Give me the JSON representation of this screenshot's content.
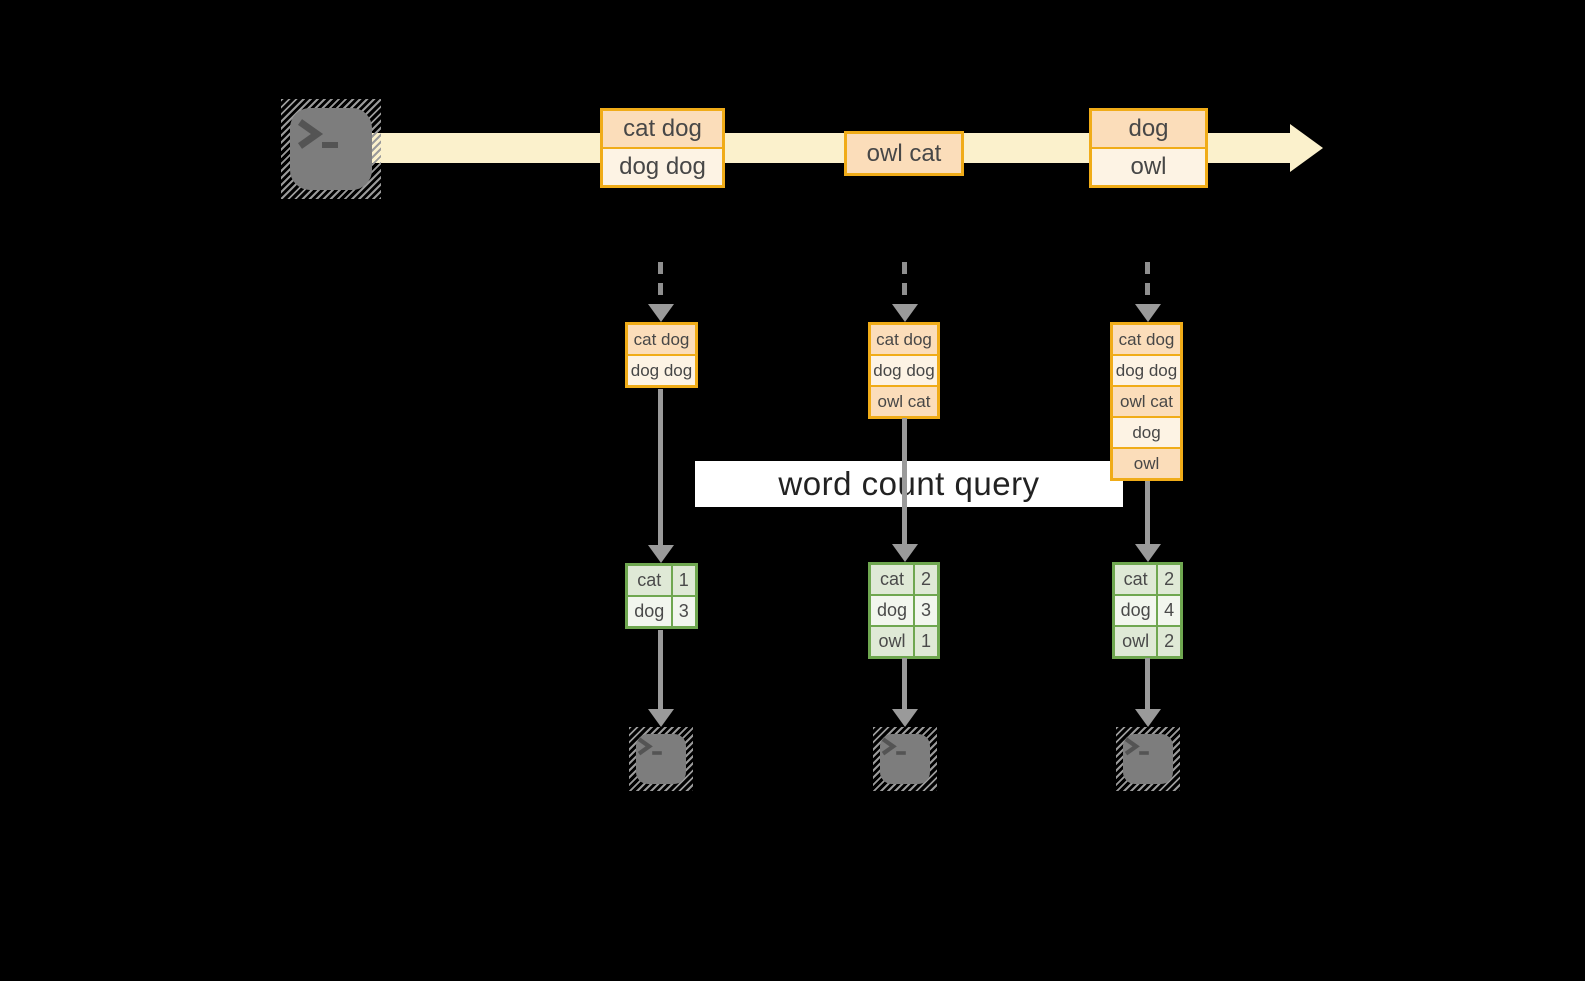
{
  "query": {
    "label": "word count query"
  },
  "timeline": {
    "events": [
      {
        "lines": [
          "cat dog",
          "dog dog"
        ]
      },
      {
        "lines": [
          "owl cat"
        ]
      },
      {
        "lines": [
          "dog",
          "owl"
        ]
      }
    ]
  },
  "columns": [
    {
      "buffer": [
        "cat dog",
        "dog dog"
      ],
      "counts": [
        {
          "word": "cat",
          "count": "1"
        },
        {
          "word": "dog",
          "count": "3"
        }
      ]
    },
    {
      "buffer": [
        "cat dog",
        "dog dog",
        "owl cat"
      ],
      "counts": [
        {
          "word": "cat",
          "count": "2"
        },
        {
          "word": "dog",
          "count": "3"
        },
        {
          "word": "owl",
          "count": "1"
        }
      ]
    },
    {
      "buffer": [
        "cat dog",
        "dog dog",
        "owl cat",
        "dog",
        "owl"
      ],
      "counts": [
        {
          "word": "cat",
          "count": "2"
        },
        {
          "word": "dog",
          "count": "4"
        },
        {
          "word": "owl",
          "count": "2"
        }
      ]
    }
  ],
  "colors": {
    "background": "#000000",
    "band": "#FBF1CC",
    "box_border_amber": "#F0AC18",
    "box_fill_peach": "#FBDDBA",
    "box_fill_cream": "#FDF3E4",
    "table_border_green": "#6FA750",
    "table_fill_dark": "#DFE9D6",
    "table_fill_light": "#F2F6EE",
    "arrow_gray": "#9A9A9A",
    "terminal_gray": "#7D7D7D",
    "banner_bg": "#FFFFFF"
  }
}
